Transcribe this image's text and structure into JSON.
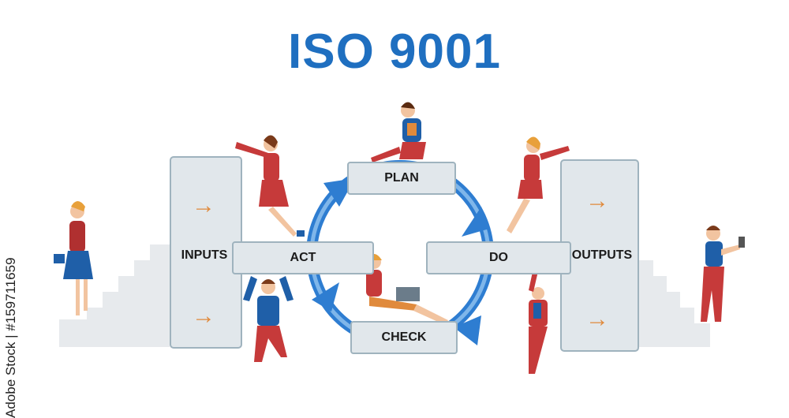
{
  "title": "ISO 9001",
  "cycle": {
    "plan": "PLAN",
    "do": "DO",
    "check": "CHECK",
    "act": "ACT"
  },
  "inputs_label": "INPUTS",
  "outputs_label": "OUTPUTS",
  "watermark": "Adobe Stock | #159711659",
  "colors": {
    "title": "#1f6fc0",
    "cycle_arrow": "#2e7dd1",
    "box_fill": "#e1e7eb",
    "box_border": "#9fb3be",
    "arrow_orange": "#e08a3c"
  }
}
